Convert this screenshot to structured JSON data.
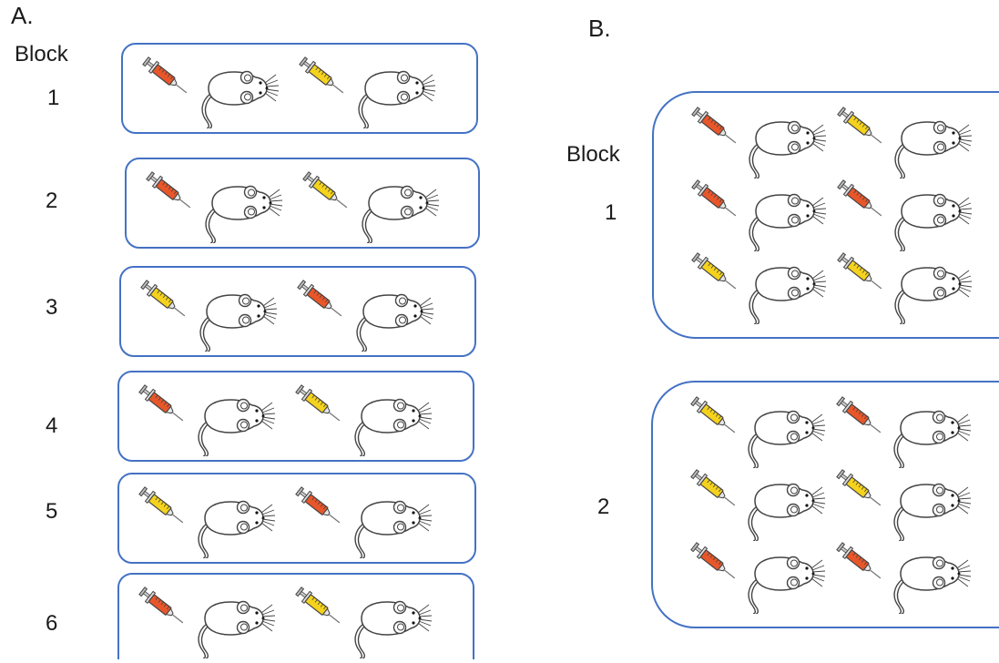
{
  "panel_a": {
    "label": "A.",
    "block_header": "Block",
    "blocks": [
      {
        "number": "1",
        "pairs": [
          {
            "syringe": "red"
          },
          {
            "syringe": "yellow"
          }
        ]
      },
      {
        "number": "2",
        "pairs": [
          {
            "syringe": "red"
          },
          {
            "syringe": "yellow"
          }
        ]
      },
      {
        "number": "3",
        "pairs": [
          {
            "syringe": "yellow"
          },
          {
            "syringe": "red"
          }
        ]
      },
      {
        "number": "4",
        "pairs": [
          {
            "syringe": "red"
          },
          {
            "syringe": "yellow"
          }
        ]
      },
      {
        "number": "5",
        "pairs": [
          {
            "syringe": "yellow"
          },
          {
            "syringe": "red"
          }
        ]
      },
      {
        "number": "6",
        "pairs": [
          {
            "syringe": "red"
          },
          {
            "syringe": "yellow"
          }
        ]
      }
    ]
  },
  "panel_b": {
    "label": "B.",
    "block_header": "Block",
    "blocks": [
      {
        "number": "1",
        "rows": [
          [
            {
              "syringe": "red"
            },
            {
              "syringe": "yellow"
            }
          ],
          [
            {
              "syringe": "red"
            },
            {
              "syringe": "red"
            }
          ],
          [
            {
              "syringe": "yellow"
            },
            {
              "syringe": "yellow"
            }
          ]
        ]
      },
      {
        "number": "2",
        "rows": [
          [
            {
              "syringe": "yellow"
            },
            {
              "syringe": "red"
            }
          ],
          [
            {
              "syringe": "yellow"
            },
            {
              "syringe": "yellow"
            }
          ],
          [
            {
              "syringe": "red"
            },
            {
              "syringe": "red"
            }
          ]
        ]
      }
    ]
  },
  "colors": {
    "box_border": "#4472c4",
    "red_syringe": "#e8562a",
    "yellow_syringe": "#f5d21c",
    "outline": "#444444"
  },
  "icons": {
    "syringe": "syringe-icon",
    "mouse": "mouse-icon"
  }
}
